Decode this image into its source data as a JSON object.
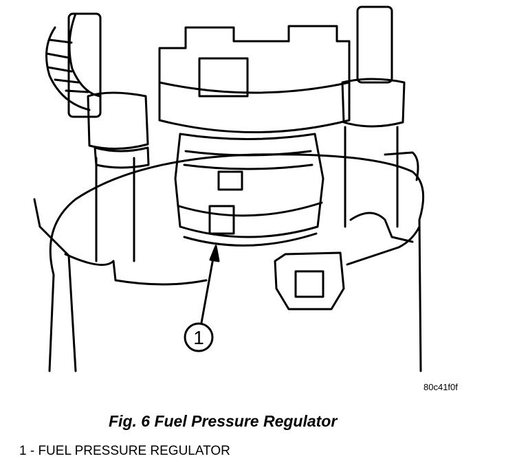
{
  "figure": {
    "code": "80c41f0f",
    "caption": "Fig. 6 Fuel Pressure Regulator",
    "callouts": [
      {
        "number": "1"
      }
    ],
    "legend": [
      "1 - FUEL PRESSURE REGULATOR"
    ]
  }
}
